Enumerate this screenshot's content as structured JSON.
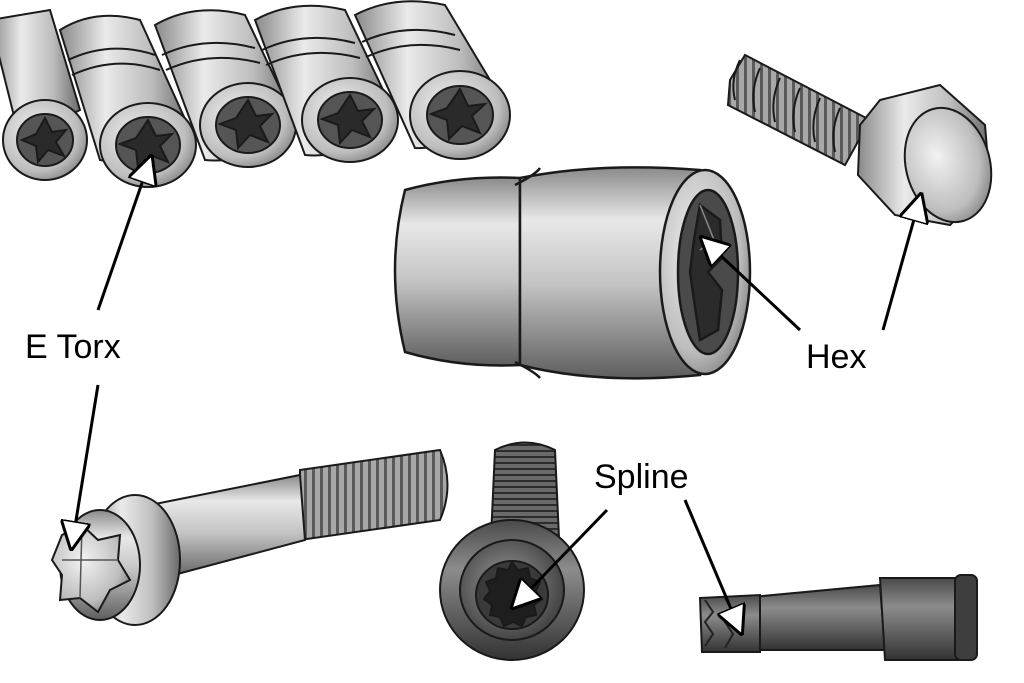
{
  "labels": {
    "e_torx": "E Torx",
    "hex": "Hex",
    "spline": "Spline"
  },
  "colors": {
    "metal_light": "#e6e6e6",
    "metal_mid": "#b4b4b4",
    "metal_dark": "#6e6e6e",
    "outline": "#1a1a1a"
  }
}
